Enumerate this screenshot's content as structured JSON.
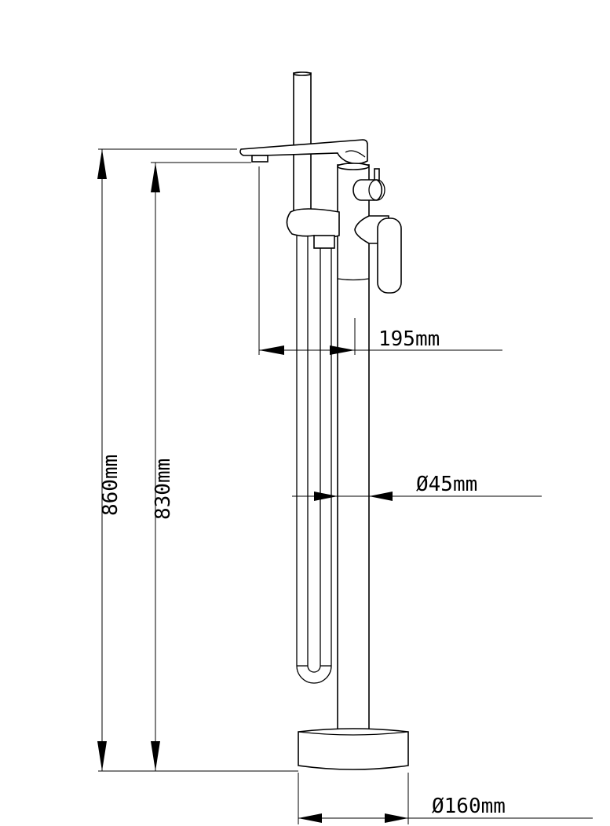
{
  "title": "Freestanding bath mixer dimension drawing",
  "dimensions": {
    "total_height": "860mm",
    "spout_height": "830mm",
    "spout_reach": "195mm",
    "column_diameter": "Ø45mm",
    "base_diameter": "Ø160mm"
  },
  "colors": {
    "line": "#000000",
    "background": "#ffffff"
  }
}
